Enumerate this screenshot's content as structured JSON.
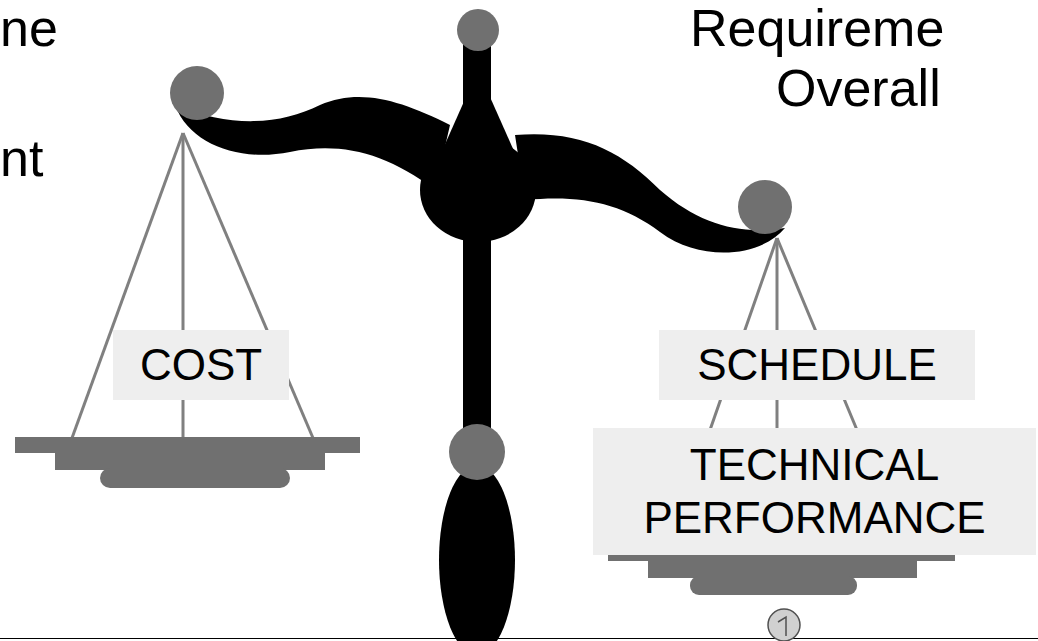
{
  "diagram": {
    "nodes": [
      {
        "text": [
          "COST"
        ]
      },
      {
        "text": [
          "SCHEDULE"
        ]
      },
      {
        "text": [
          "TECHNICAL PERFORMANCE"
        ]
      }
    ],
    "labels": [
      "ne",
      "nt",
      "Requireme",
      "Overall"
    ]
  }
}
